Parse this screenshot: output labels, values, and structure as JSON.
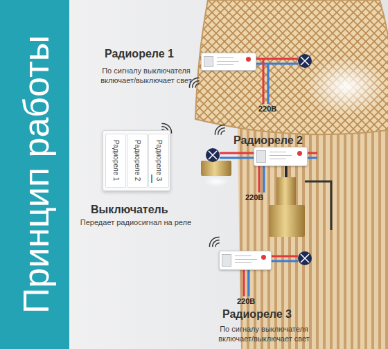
{
  "diagram": {
    "title": "Принцип работы",
    "nodes": [
      {
        "text": [
          "Радиореле 1",
          "По сигналу выключателя включает/выключает свет"
        ]
      },
      {
        "text": [
          "Радиореле 2"
        ]
      },
      {
        "text": [
          "Выключатель",
          "Передает радиосигнал на реле"
        ]
      },
      {
        "text": [
          "Радиореле 1"
        ],
        "in": 2
      },
      {
        "text": [
          "Радиореле 2"
        ],
        "in": 2
      },
      {
        "text": [
          "Радиореле 3"
        ],
        "in": 2
      },
      {
        "text": [
          "Радиореле 3",
          "По сигналу выключателя включает/выключает свет"
        ]
      }
    ],
    "labels": [
      "220В",
      "220В",
      "220В"
    ]
  }
}
